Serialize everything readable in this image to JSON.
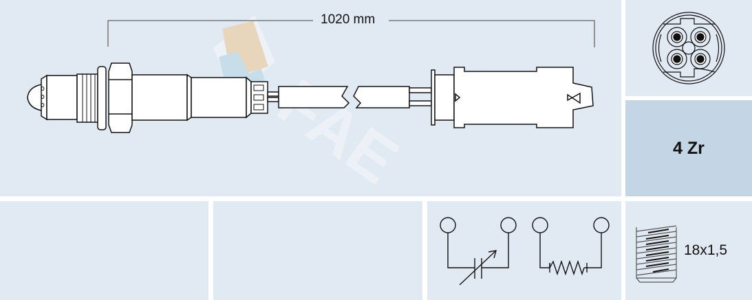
{
  "product": {
    "cable_length": "1020 mm",
    "sensor_technology": "4 Zr",
    "thread_size": "18x1,5",
    "connector_pins": 4
  },
  "icons": {
    "sensor": "oxygen-sensor-drawing",
    "connector": "4-pin-connector-face-icon",
    "circuit": "variable-capacitor-and-heater-resistor-icon",
    "thread": "thread-icon",
    "watermark": "fae-logo-watermark"
  },
  "colors": {
    "panel_bg": "#e1e9f3",
    "highlight_panel_bg": "#c4d5e5",
    "line": "#111111",
    "dimension_line": "#777777",
    "logo_orange": "#e9d3b3",
    "logo_blue": "#c3dbe8"
  }
}
